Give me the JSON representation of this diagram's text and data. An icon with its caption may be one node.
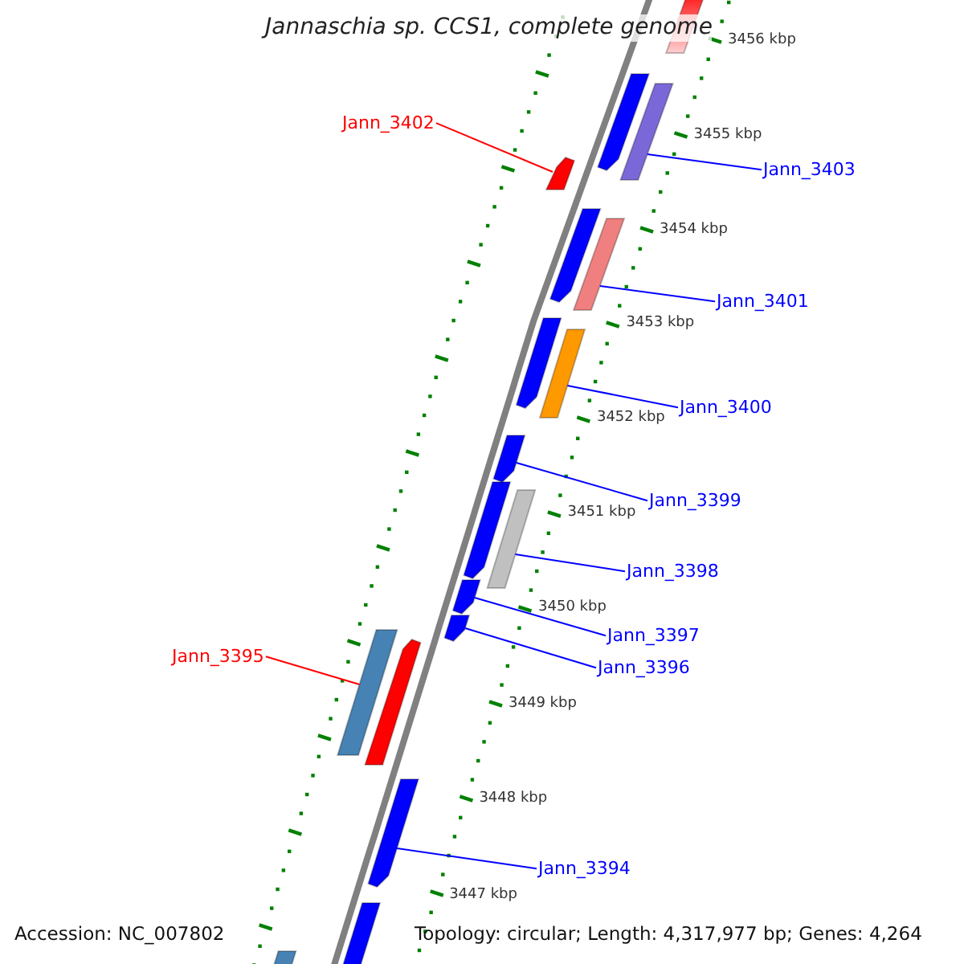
{
  "diagram": {
    "title": "Jannaschia sp. CCS1, complete genome",
    "nodes": [
      {
        "text": [
          "Jann_3402"
        ]
      },
      {
        "text": [],
        "shape": "arrow"
      },
      {
        "text": [
          "Jann_3403"
        ]
      },
      {
        "text": [],
        "shape": "bar"
      },
      {
        "text": [
          "Jann_3401"
        ]
      },
      {
        "text": [],
        "shape": "bar"
      },
      {
        "text": [
          "Jann_3400"
        ]
      },
      {
        "text": [],
        "shape": "bar"
      },
      {
        "text": [
          "Jann_3399"
        ]
      },
      {
        "text": [],
        "shape": "arrow"
      },
      {
        "text": [
          "Jann_3398"
        ]
      },
      {
        "text": [],
        "shape": "bar"
      },
      {
        "text": [
          "Jann_3397"
        ]
      },
      {
        "text": [],
        "shape": "arrow"
      },
      {
        "text": [
          "Jann_3396"
        ]
      },
      {
        "text": [],
        "shape": "arrow"
      },
      {
        "text": [
          "Jann_3395"
        ]
      },
      {
        "text": [],
        "shape": "bar"
      },
      {
        "text": [
          "Jann_3394"
        ]
      },
      {
        "text": [],
        "shape": "arrow"
      }
    ],
    "edges": [
      {
        "from": 0,
        "to": 1,
        "arrow": "none",
        "color": "#ff0000"
      },
      {
        "from": 2,
        "to": 3,
        "arrow": "none"
      },
      {
        "from": 4,
        "to": 5,
        "arrow": "none"
      },
      {
        "from": 6,
        "to": 7,
        "arrow": "none"
      },
      {
        "from": 8,
        "to": 9,
        "arrow": "none"
      },
      {
        "from": 10,
        "to": 11,
        "arrow": "none"
      },
      {
        "from": 12,
        "to": 13,
        "arrow": "none"
      },
      {
        "from": 14,
        "to": 15,
        "arrow": "none"
      },
      {
        "from": 16,
        "to": 17,
        "arrow": "none",
        "color": "#ff0000"
      },
      {
        "from": 18,
        "to": 19,
        "arrow": "none"
      }
    ],
    "labels": [
      "3456 kbp",
      "3455 kbp",
      "3454 kbp",
      "3453 kbp",
      "3452 kbp",
      "3451 kbp",
      "3450 kbp",
      "3449 kbp",
      "3448 kbp",
      "3447 kbp",
      "Accession: NC_007802",
      "Topology: circular; Length: 4,317,977 bp; Genes: 4,264"
    ]
  }
}
